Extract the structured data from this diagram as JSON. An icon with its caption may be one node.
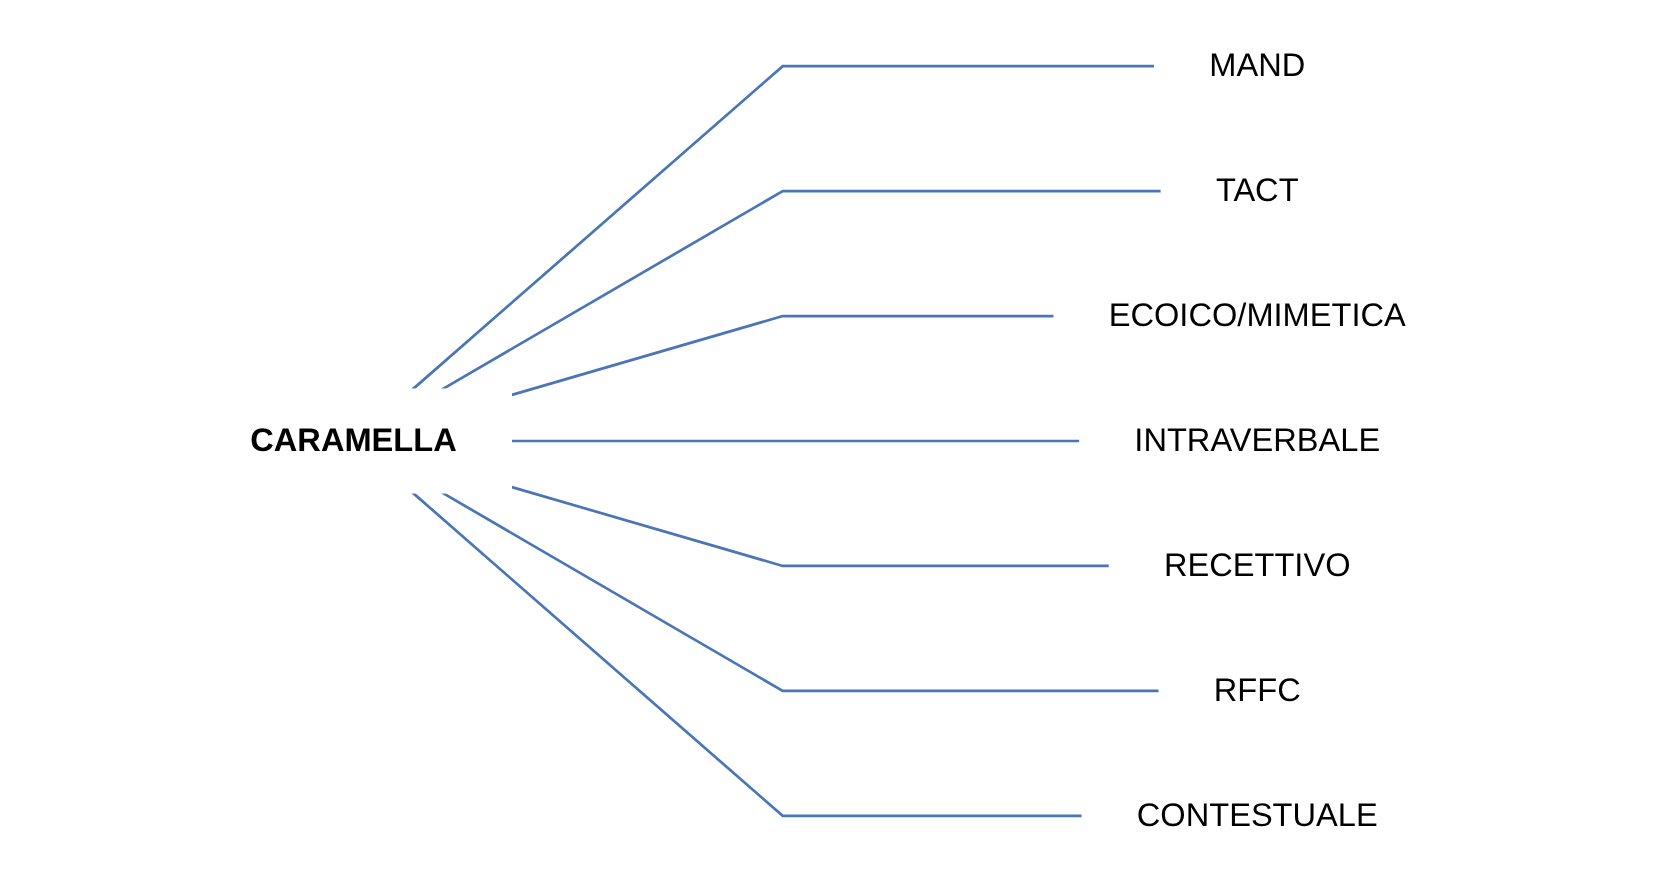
{
  "diagram": {
    "nodes": [
      {
        "text": [
          "CARAMELLA"
        ]
      },
      {
        "text": [
          "MAND"
        ]
      },
      {
        "text": [
          "TACT"
        ]
      },
      {
        "text": [
          "ECOICO/MIMETICA"
        ]
      },
      {
        "text": [
          "INTRAVERBALE"
        ]
      },
      {
        "text": [
          "RECETTIVO"
        ]
      },
      {
        "text": [
          "RFFC"
        ]
      },
      {
        "text": [
          "CONTESTUALE"
        ]
      }
    ],
    "edges": [
      {
        "from": 0,
        "to": 1,
        "arrow": "none"
      },
      {
        "from": 0,
        "to": 2,
        "arrow": "none"
      },
      {
        "from": 0,
        "to": 3,
        "arrow": "none"
      },
      {
        "from": 0,
        "to": 4,
        "arrow": "none"
      },
      {
        "from": 0,
        "to": 5,
        "arrow": "none"
      },
      {
        "from": 0,
        "to": 6,
        "arrow": "none"
      },
      {
        "from": 0,
        "to": 7,
        "arrow": "none"
      }
    ]
  }
}
